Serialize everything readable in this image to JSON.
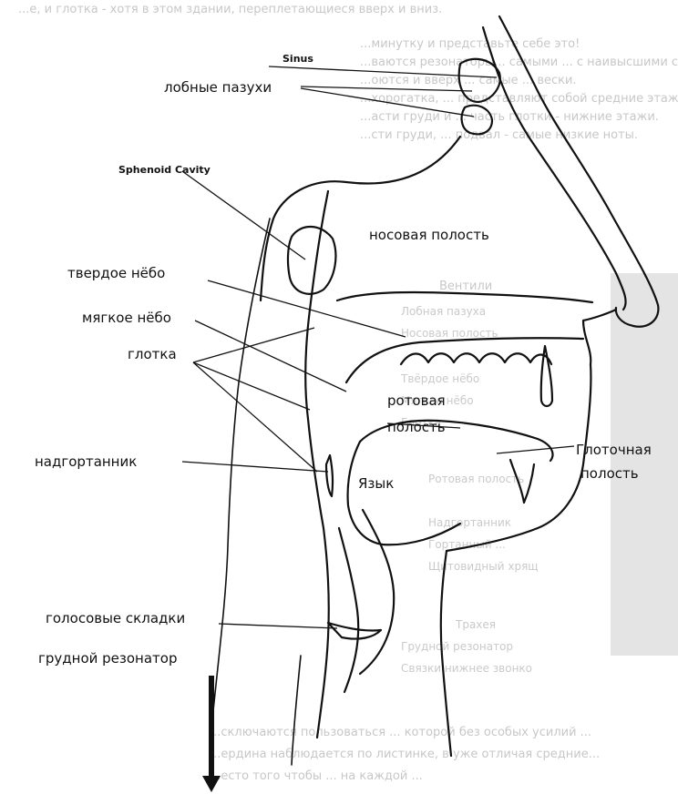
{
  "background_text": {
    "lines": [
      "...е, и глотка - хотя в этом здании, переплетающиеся вверх и вниз.",
      "...минутку и представьте себе это!",
      "...ваются резонаторы... самыми ... с наивысшими самых высо...",
      "...оются и вверх ... самые ... вески.",
      "...хорогатка, ... представляют собой средние этажи.",
      "...асти груди и ... часть глотки - нижние этажи.",
      "...сти груди, ... подвал - самые низкие ноты."
    ],
    "bottom_lines": [
      "...сключаются пользоваться ... которой без особых усилий ...",
      "...ердина наблюдается по листинке, в уже отличая средние...",
      "...есто того чтобы ... на каждой ..."
    ],
    "column_title": "Вентили",
    "column_items": [
      "Лобная пазуха",
      "Носовая полость",
      "Твёрдое нёбо",
      "Мягкое нёбо",
      "Глотка",
      "Ротовая полость",
      "Надгортанник",
      "Гортанный ...",
      "Щитовидный хрящ",
      "Трахея",
      "Грудной резонатор",
      "Связки нижнее звонко"
    ]
  },
  "labels": {
    "sinus": "Sinus",
    "frontal_sinuses": "лобные пазухи",
    "sphenoid_cavity": "Sphenoid Cavity",
    "nasal_cavity": "носовая полость",
    "hard_palate": "твердое нёбо",
    "soft_palate": "мягкое нёбо",
    "pharynx": "глотка",
    "oral_cavity_1": "ротовая",
    "oral_cavity_2": "полость",
    "epiglottis": "надгортанник",
    "tongue": "Язык",
    "pharyngeal_cavity_1": "Глоточная",
    "pharyngeal_cavity_2": "полость",
    "vocal_folds": "голосовые складки",
    "chest_resonator": "грудной резонатор"
  }
}
